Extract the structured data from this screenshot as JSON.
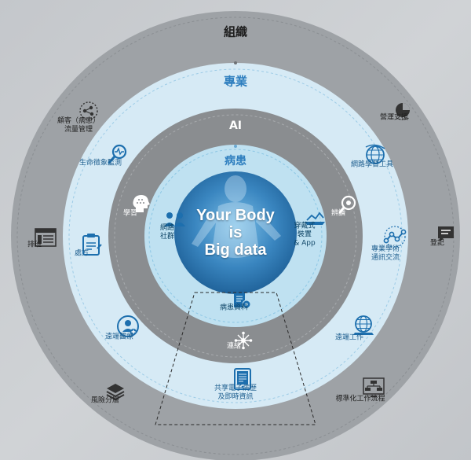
{
  "rings": {
    "outer_title": "組織",
    "second_title": "專業",
    "third_title": "AI",
    "inner_title": "病患"
  },
  "center": {
    "text": "Your Body\nis\nBig data"
  },
  "outer_items": {
    "patient_flow": "顧客（病患）\n流量管理",
    "dashboard": "營運支援",
    "scheduling": "排班",
    "registration": "登記",
    "risk": "風險分層",
    "standard_workflow": "標準化工作流程"
  },
  "second_items": {
    "vital_signs": "生命徵象監測",
    "web_learning": "網路學習工具",
    "prescription": "處方",
    "academic": "專業學術\n通訊交流",
    "telemedicine": "遠端醫療",
    "remote_work": "遠端工作",
    "shared_ehr": "共享電子病歷\n及即時資訊"
  },
  "third_items": {
    "learning": "學習",
    "recognition": "辨讀",
    "connect": "連結",
    "patient_data": "病患資料"
  },
  "inner_items": {
    "community": "網路\n社群",
    "wearable": "穿戴式\n裝置\n& App"
  },
  "colors": {
    "background": "#c9ccd0",
    "outer_ring": "#9ea2a6",
    "second_ring": "#d6eaf5",
    "third_ring": "#8a8d90",
    "inner_ring": "#bfe1f1",
    "core": "#2d6fa6",
    "title_blue": "#2f7fbf",
    "icon_dark": "#333333",
    "icon_blue": "#1d6fae"
  }
}
